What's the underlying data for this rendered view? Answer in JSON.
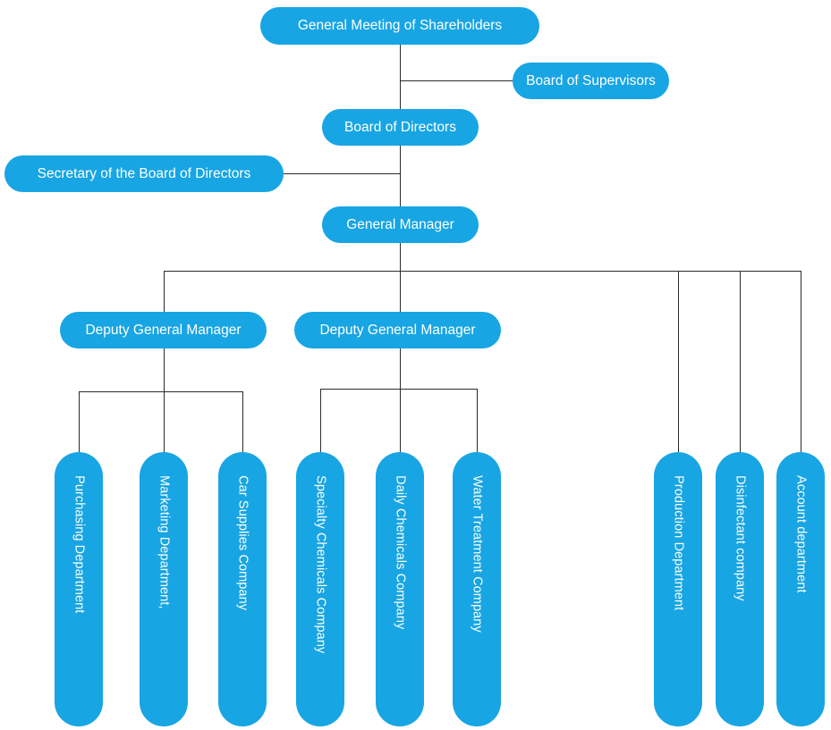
{
  "chart_data": {
    "type": "diagram",
    "title": "Company Organizational Structure Chart",
    "orientation": "top-down",
    "accent_color": "#18a5e3",
    "line_color": "#2b2b2b",
    "background_color": "#ffffff",
    "nodes": [
      {
        "id": "shareholders",
        "label": "General Meeting of Shareholders",
        "level": 0,
        "orientation": "horizontal"
      },
      {
        "id": "supervisors",
        "label": "Board of Supervisors",
        "level": 1,
        "orientation": "horizontal"
      },
      {
        "id": "directors",
        "label": "Board of Directors",
        "level": 1,
        "orientation": "horizontal"
      },
      {
        "id": "secretary",
        "label": "Secretary of the Board of Directors",
        "level": 2,
        "orientation": "horizontal"
      },
      {
        "id": "gm",
        "label": "General Manager",
        "level": 2,
        "orientation": "horizontal"
      },
      {
        "id": "dgm1",
        "label": "Deputy General Manager",
        "level": 3,
        "orientation": "horizontal"
      },
      {
        "id": "dgm2",
        "label": "Deputy General Manager",
        "level": 3,
        "orientation": "horizontal"
      },
      {
        "id": "purchasing",
        "label": "Purchasing Department",
        "level": 4,
        "orientation": "vertical"
      },
      {
        "id": "marketing",
        "label": "Marketing Department,",
        "level": 4,
        "orientation": "vertical"
      },
      {
        "id": "car-supplies",
        "label": "Car Supplies Company",
        "level": 4,
        "orientation": "vertical"
      },
      {
        "id": "specialty",
        "label": "Specialty Chemicals Company",
        "level": 4,
        "orientation": "vertical"
      },
      {
        "id": "daily",
        "label": "Daily Chemicals Company",
        "level": 4,
        "orientation": "vertical"
      },
      {
        "id": "water",
        "label": "Water Treatment Company",
        "level": 4,
        "orientation": "vertical"
      },
      {
        "id": "production",
        "label": "Production Department",
        "level": 4,
        "orientation": "vertical"
      },
      {
        "id": "disinfectant",
        "label": "Disinfectant company",
        "level": 4,
        "orientation": "vertical"
      },
      {
        "id": "account",
        "label": "Account department",
        "level": 4,
        "orientation": "vertical"
      }
    ],
    "edges": [
      {
        "from": "shareholders",
        "to": "supervisors"
      },
      {
        "from": "shareholders",
        "to": "directors"
      },
      {
        "from": "directors",
        "to": "secretary"
      },
      {
        "from": "directors",
        "to": "gm"
      },
      {
        "from": "gm",
        "to": "dgm1"
      },
      {
        "from": "gm",
        "to": "dgm2"
      },
      {
        "from": "gm",
        "to": "production"
      },
      {
        "from": "gm",
        "to": "disinfectant"
      },
      {
        "from": "gm",
        "to": "account"
      },
      {
        "from": "dgm1",
        "to": "purchasing"
      },
      {
        "from": "dgm1",
        "to": "marketing"
      },
      {
        "from": "dgm1",
        "to": "car-supplies"
      },
      {
        "from": "dgm2",
        "to": "specialty"
      },
      {
        "from": "dgm2",
        "to": "daily"
      },
      {
        "from": "dgm2",
        "to": "water"
      }
    ]
  },
  "nodes": {
    "shareholders": {
      "label": "General Meeting of Shareholders"
    },
    "supervisors": {
      "label": "Board of Supervisors"
    },
    "directors": {
      "label": "Board of Directors"
    },
    "secretary": {
      "label": "Secretary of the Board of Directors"
    },
    "gm": {
      "label": "General Manager"
    },
    "dgm1": {
      "label": "Deputy General Manager"
    },
    "dgm2": {
      "label": "Deputy General Manager"
    },
    "purchasing": {
      "label": "Purchasing Department"
    },
    "marketing": {
      "label": "Marketing Department,"
    },
    "car_supplies": {
      "label": "Car Supplies Company"
    },
    "specialty": {
      "label": "Specialty Chemicals Company"
    },
    "daily": {
      "label": "Daily Chemicals Company"
    },
    "water": {
      "label": "Water Treatment Company"
    },
    "production": {
      "label": "Production Department"
    },
    "disinfectant": {
      "label": "Disinfectant company"
    },
    "account": {
      "label": "Account department"
    }
  }
}
